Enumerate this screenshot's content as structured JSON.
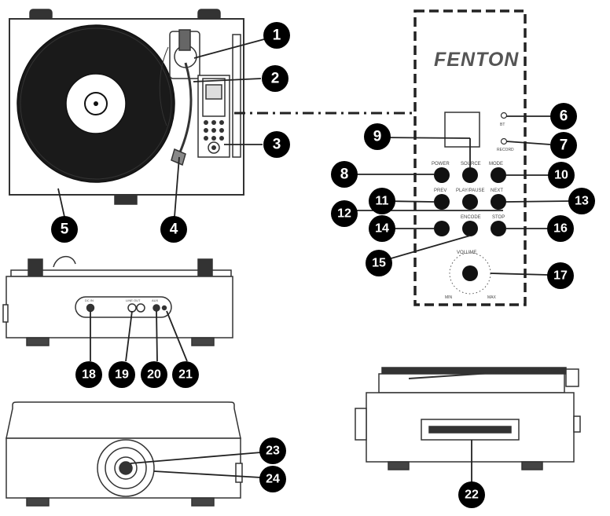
{
  "brand": {
    "name": "FENTON"
  },
  "panel": {
    "power": "POWER",
    "source": "SOURCE",
    "mode": "MODE",
    "prev": "PREV",
    "play_pause": "PLAY/PAUSE",
    "next": "NEXT",
    "encode": "ENCODE",
    "stop": "STOP",
    "volume": "VOLUME",
    "vol_min": "MIN",
    "vol_max": "MAX",
    "led_bt": "BT",
    "led_record": "RECORD"
  },
  "rear_panel": {
    "label_18": "DC IN",
    "label_19": "LINE OUT",
    "label_20": "AUX"
  },
  "callouts": [
    "1",
    "2",
    "3",
    "4",
    "5",
    "6",
    "7",
    "8",
    "9",
    "10",
    "11",
    "12",
    "13",
    "14",
    "15",
    "16",
    "17",
    "18",
    "19",
    "20",
    "21",
    "22",
    "23",
    "24"
  ],
  "colors": {
    "line": "#333333",
    "callout_fill": "#000000",
    "callout_text": "#ffffff"
  }
}
